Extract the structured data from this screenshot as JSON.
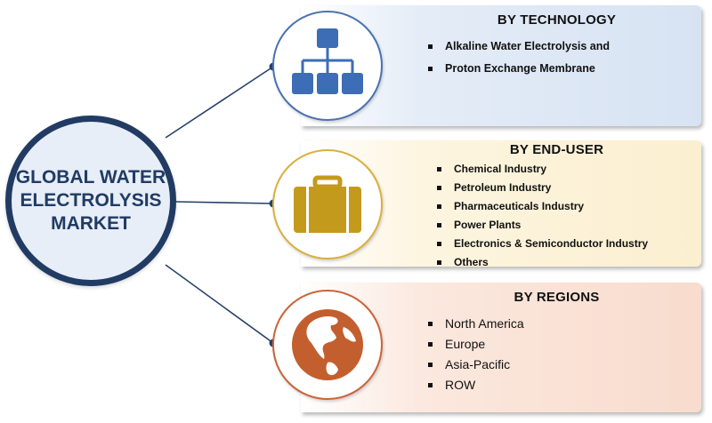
{
  "hub": {
    "title": "GLOBAL WATER ELECTROLYSIS MARKET"
  },
  "sections": [
    {
      "key": "technology",
      "title": "BY TECHNOLOGY",
      "icon": "hierarchy-icon",
      "color": "#3d6db5",
      "items": [
        "Alkaline Water Electrolysis and",
        "Proton Exchange Membrane"
      ]
    },
    {
      "key": "end_user",
      "title": "BY END-USER",
      "icon": "briefcase-icon",
      "color": "#c49a1c",
      "items": [
        "Chemical Industry",
        "Petroleum Industry",
        "Pharmaceuticals Industry",
        "Power Plants",
        "Electronics & Semiconductor Industry",
        "Others"
      ]
    },
    {
      "key": "regions",
      "title": "BY REGIONS",
      "icon": "globe-icon",
      "color": "#c35f2e",
      "items": [
        "North America",
        "Europe",
        "Asia-Pacific",
        "ROW"
      ]
    }
  ]
}
